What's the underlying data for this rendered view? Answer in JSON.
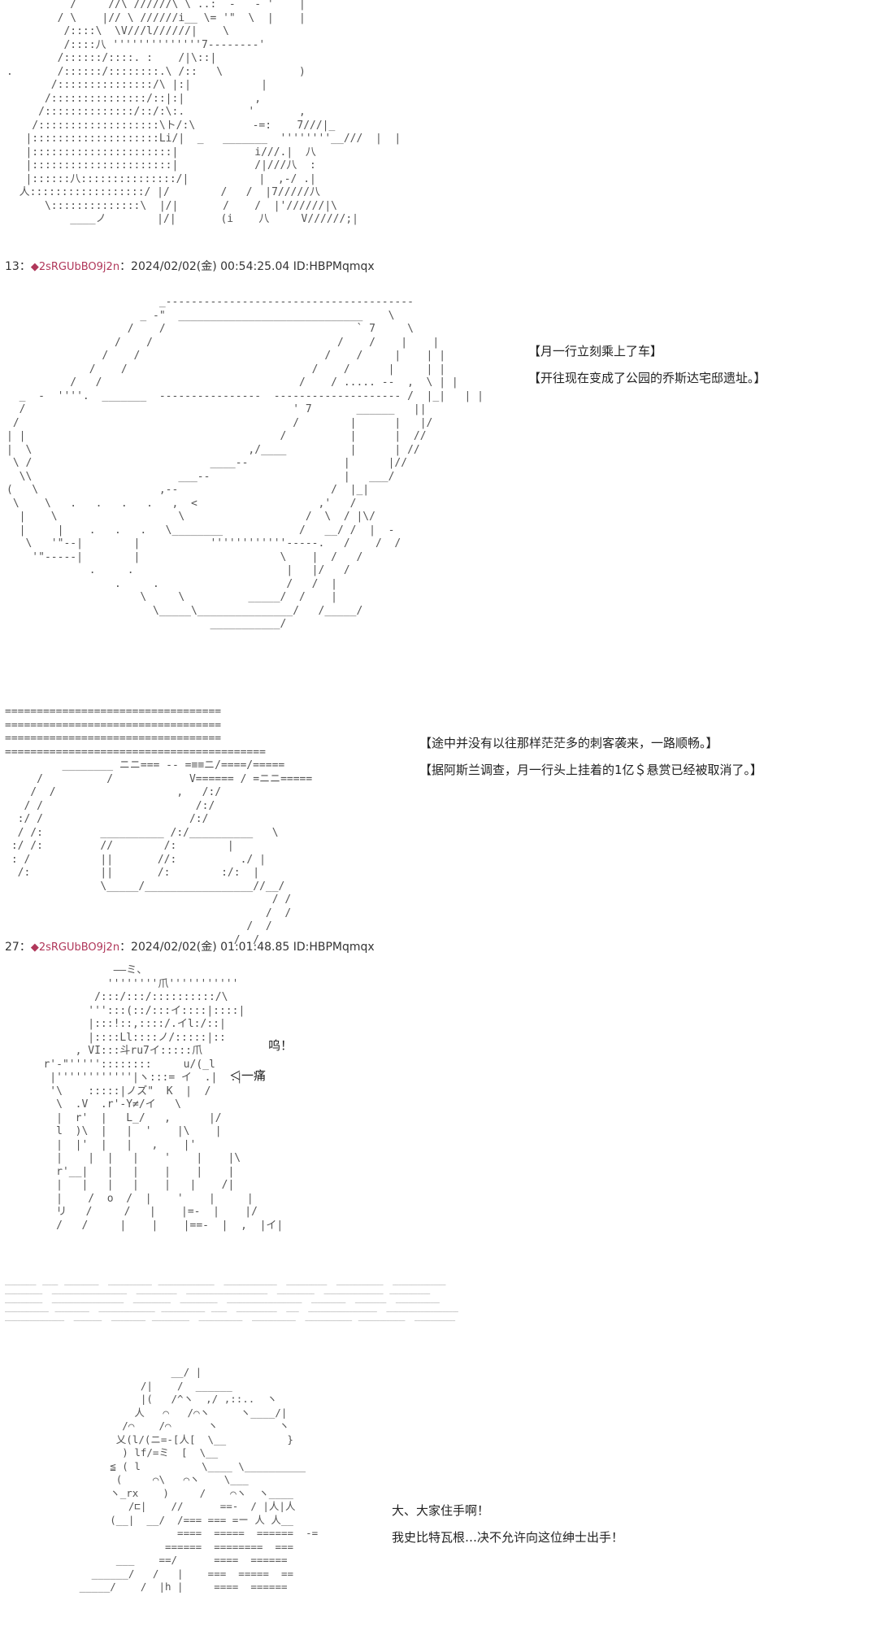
{
  "art_blocks": {
    "top_figure": "          /     //\\ //////\\ \\ ..:  -   - '    |\n        / \\    |// \\ //////i__ \\= '\"  \\  |    |\n         /::::\\  \\V///l//////|    \\\n         /::::八 ''''''''''''''7--------'\n        /::::::/::::. :    /|\\::|\n.       /::::::/::::::::.\\ /::   \\            )\n       /:::::::::::::::/\\ |:|           |\n      /:::::::::::::::/::|:|           ,\n     /::::::::::::::/::/:\\:.          '       ,\n    /:::::::::::::::::::\\ト/:\\         -=:    7///|_\n   |::::::::::::::::::::Li/|  _   _______  ''''''''__///  |  |\n   |::::::::::::::::::::::|            i///.|  八\n   |::::::::::::::::::::::|            /|///八  :\n   |::::::八:::::::::::::::/|           |  ,-/ .|\n  人::::::::::::::::::/ |/        /   /  |7/////八\n      \\::::::::::::::\\  |/|       /    /  |'//////|\\\n          ____ノ        |/|       (i    八     V//////;|",
    "car": "                        _---------------------------------------\n                     _ -\"  _____________________________    \\\n                   /    /                              ` 7     \\\n                 /    /                             /    /    |    |\n               /    /                             /    /     |    | |\n             /    /                             /    /      |     | |\n          /   /                               /    / ..... --  ,  \\ | |\n  _  -  ''''.  _______  ----------------  -------------------- /  |_|   | |\n  /                                          ' 7       ______   ||\n /                                           /        |      |   |/\n| |                                        /          |      |  //\n|  \\                                  ,/____          |      | //\n \\ /                            ____--               |      |//\n  \\\\                       ___--                     |   ___/\n(   \\                   ,--                        /  |_|\n \\    \\   .   .   .   .   ,  <                   ,'   /\n  |    \\                   \\                   /  \\  / |\\/\n  |     |    .   .   .   \\________            /   __/ /  |  -\n   \\   '\"--|        |           ''''''''''''-----.   /    /  /\n    '\"-----|        |                      \\    |  /   /  \n             .     .                        |   |/   /\n                 .     .                    /   /  |\n                     \\     \\          _____/  /    |\n                       \\_____\\_______________/   /_____/\n                                ___________/",
    "train": "==================================\n==================================\n==================================\n=========================================\n         ________ ニニ=== -- =≡≡ニ/====/=====\n     /          /            V====== / =ニニ=====\n    /  /                   ,   /:/\n   / /                        /:/\n  :/ /                       /:/\n  / /:         __________ /:/__________   \\\n :/ /:         //        /:        |\n : /           ||       //:          ./ |\n  /:           ||       /:        :/:  |\n               \\_____/_________________//__/\n                                          / /\n                                         /  /\n                                      /  /\n                                    /  /",
    "figure_hit": "              ――ミ、\n             ''''''''爪'''''''''''\n           /:::/:::/::::::::::/\\\n          ''':::(::/:::イ::::|::::|\n          |:::!::,::::/.イl:/::|\n          |::::Ll::::ノ/:::::|::\n        , VI:::斗ru7イ:::::爪 \n   r'-\"'''''::::::::     u/(_l\n    |''''''''''''|ヽ:::= イ  .|  .|\n    '\\    :::::|ノズ\"  K  |  /\n     \\  .V  .r'-Y≠/イ   \\\n     |  r'  |   L_/   ,      |/\n     l  )\\  |   |  '    |\\    |\n     |  |'  |   |   ,    |'    \n     |    |  |   |    '    |    |\\\n     r'__|   |   |    |    |    |   \n     |   |   |   |    |   |    /|\n     |    /  o  /  |    '    |     |\n     リ   /     /   |    |=-  |    |/\n     /   /     |    |    |==-  |  ,  |イ|",
    "speed_lines": "__________  _____  ___________   ______________  __________________   _________________   _____________   _______________   _________________\n____________   ________________________   _____________   __________________________   ____________   ___________________  _____________\n____________   _______________________   ____________   ____________   ________________________   ___________   __________   ______________\n______________  ___________   __________________  ______________  _____   _____________   ____   ______________________   _______________________\n___________________   _________   ___________  ____________   ______________   ______________   _______________  _______________   _____________",
    "figure_shout": "                    __/ |\n               /|    /  ______\n               |(   /^ヽ  ,/ ,::..  ヽ\n              人   ⌒   /⌒ヽ     ヽ____/|\n            /⌒    /⌒      ヽ          ヽ\n           乂(l/(ニ=-[人[  \\__          }\n            ) lf/=ミ  [  \\__\n          ≦ ( l          \\____ \\__________\n           (     ⌒\\   ⌒ヽ    \\___\n          ヽ_rx    )     /    ⌒ヽ  ヽ____\n             /⊏|    //      ==-  / |人|人\n          (__|  __/  /=== === =ー 人 人__\n                     ====  =====  ======  -=\n                   ======  ========  ===\n           ___    ==/      ====  ======\n       ______/   /   |    ===  =====  ==\n     _____/    /  |h |     ====  ======"
  },
  "posts": [
    {
      "number": "13",
      "separator": "：",
      "tripcode": "◆2sRGUbBO9j2n",
      "datetime": "：2024/02/02(金) 00:54:25.04 ID:HBPMqmqx"
    },
    {
      "number": "27",
      "separator": "：",
      "tripcode": "◆2sRGUbBO9j2n",
      "datetime": "：2024/02/02(金) 01:01:48.85 ID:HBPMqmqx"
    }
  ],
  "captions": {
    "car_1": "【月一行立刻乘上了车】",
    "car_2": "【开往现在变成了公园的乔斯达宅邸遗址。】",
    "train_1": "【途中并没有以往那样茫茫多的刺客袭来，一路顺畅。】",
    "train_2": "【据阿斯兰调查，月一行头上挂着的1亿＄悬赏已经被取消了。】",
    "sfx_1": "呜！",
    "sfx_2": "＜一痛",
    "shout_1": "大、大家住手啊！",
    "shout_2": "我史比特瓦根…决不允许向这位绅士出手！"
  }
}
